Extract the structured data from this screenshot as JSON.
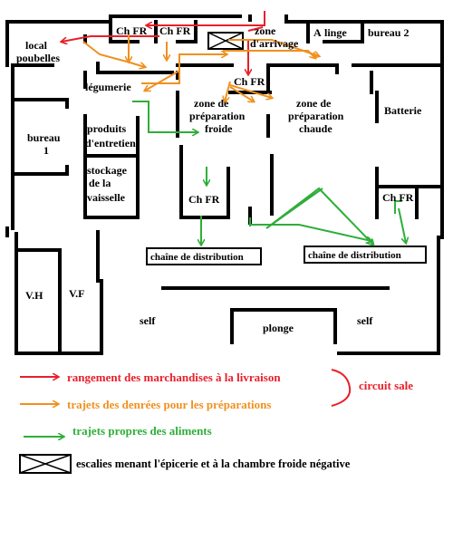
{
  "rooms": {
    "local_poubelles": [
      "local",
      "poubelles"
    ],
    "chfr_1": "Ch FR",
    "chfr_2": "Ch FR",
    "zone_arrivage": [
      "zone",
      "d'arrivage"
    ],
    "linge": "linge",
    "linge_prefix": "A",
    "bureau_2": "bureau 2",
    "legumerie": "légumerie",
    "chfr_center": "Ch FR",
    "zone_prep_froide": [
      "zone de",
      "préparation",
      "froide"
    ],
    "zone_prep_chaude": [
      "zone de",
      "préparation",
      "chaude"
    ],
    "batterie": "Batterie",
    "bureau_1": [
      "bureau",
      "1"
    ],
    "produits_entretien": [
      "produits",
      "d'entretien"
    ],
    "stockage_vaisselle": [
      "stockage",
      "de la",
      "vaisselle"
    ],
    "chfr_left": "Ch FR",
    "chfr_right": "Ch FR",
    "chaine_1": "chaîne de distribution",
    "chaine_2": "chaîne de distribution",
    "vh": "V.H",
    "vf": "V.F",
    "self_left": "self",
    "plonge": "plonge",
    "self_right": "self"
  },
  "legend": {
    "red_label": "rangement des marchandises à la livraison",
    "orange_label": "trajets des denrées pour les préparations",
    "green_label": "trajets propres des aliments",
    "stairs_label": "escalies menant l'épicerie et à la chambre froide négative",
    "circuit_sale": "circuit sale"
  },
  "colors": {
    "red": "#e8202a",
    "orange": "#f0901e",
    "green": "#2fae3a",
    "wall": "#000000"
  },
  "icons": {
    "stairs": "stairs-cross-box-icon"
  }
}
